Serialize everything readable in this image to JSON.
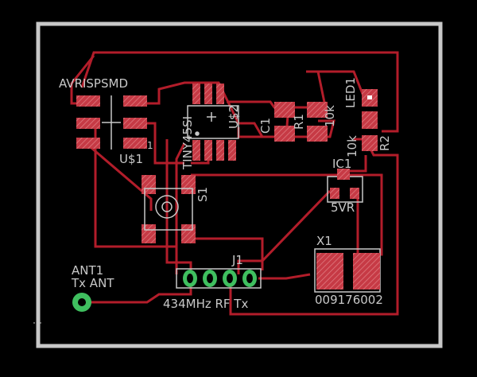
{
  "board": {
    "colors": {
      "background": "#000000",
      "outline": "#c8c8c8",
      "trace": "#b21d2a",
      "pad": "#c63a45",
      "pad_hatch": "#e07a80",
      "via_ring": "#3fbf5f",
      "silk": "#c8c8c8"
    },
    "labels": {
      "avrisp": "AVRISPSMD",
      "led1": "LED1",
      "attiny": "TINY45SI",
      "u2": "U$2",
      "c1": "C1",
      "r1": "R1",
      "r1_value": "10k",
      "r2": "R2",
      "r2_value": "10k",
      "u1": "U$1",
      "pin1": "1",
      "s1": "S1",
      "ic1": "IC1",
      "regulator": "5VR",
      "x1": "X1",
      "x1_part": "009176002",
      "j1": "J1",
      "rf": "434MHz RF Tx",
      "ant1": "ANT1",
      "ant_value": "Tx ANT"
    }
  }
}
